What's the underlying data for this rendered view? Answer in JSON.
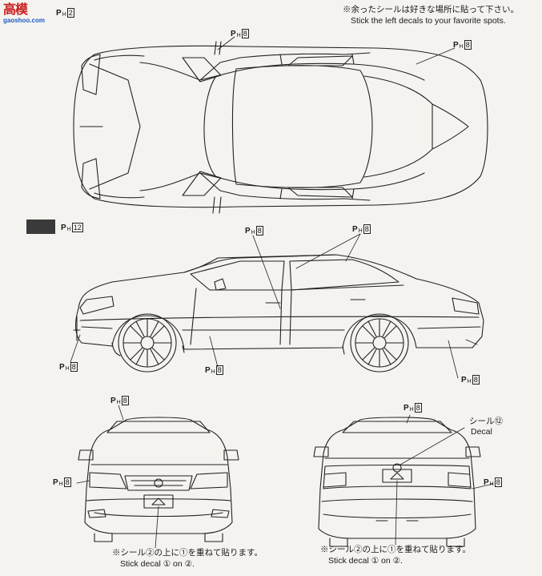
{
  "watermark": {
    "big": "高模",
    "small": "gaoshoo.com"
  },
  "header": {
    "note_jp": "※余ったシールは好きな場所に貼って下さい。",
    "note_en": "Stick the left decals to your favorite spots."
  },
  "tags": {
    "top_left": {
      "p": "P",
      "h": "H",
      "n": "2"
    },
    "top_mirror": {
      "p": "P",
      "h": "H",
      "n": "8"
    },
    "top_right": {
      "p": "P",
      "h": "H",
      "n": "8"
    },
    "side_swatch": {
      "p": "P",
      "h": "H",
      "n": "12"
    },
    "side_top": {
      "p": "P",
      "h": "H",
      "n": "8"
    },
    "side_top_right": {
      "p": "P",
      "h": "H",
      "n": "8"
    },
    "side_bl": {
      "p": "P",
      "h": "H",
      "n": "8"
    },
    "side_bm": {
      "p": "P",
      "h": "H",
      "n": "8"
    },
    "side_br": {
      "p": "P",
      "h": "H",
      "n": "8"
    },
    "front_top": {
      "p": "P",
      "h": "H",
      "n": "8"
    },
    "front_left": {
      "p": "P",
      "h": "H",
      "n": "8"
    },
    "rear_top": {
      "p": "P",
      "h": "H",
      "n": "8"
    },
    "rear_right": {
      "p": "P",
      "h": "H",
      "n": "8"
    }
  },
  "decal_label": {
    "jp": "シール⑫",
    "en": "Decal"
  },
  "front_note": {
    "jp": "※シール②の上に①を重ねて貼ります。",
    "en": "Stick decal ① on ②."
  },
  "rear_note": {
    "jp": "※シール②の上に①を重ねて貼ります。",
    "en": "Stick decal ① on ②."
  },
  "colors": {
    "swatch": "#3a3a3a",
    "ink": "#1a1a1a",
    "paper": "#f4f3ef"
  }
}
